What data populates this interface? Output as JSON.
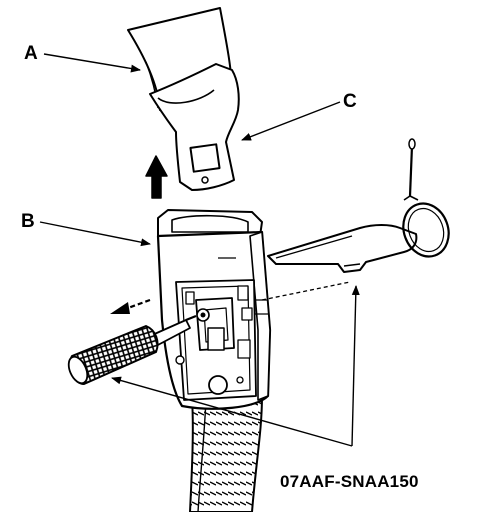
{
  "labels": {
    "a": "A",
    "b": "B",
    "c": "C"
  },
  "tool_number": "07AAF-SNAA150",
  "colors": {
    "ink": "#000000",
    "paper": "#ffffff",
    "shade": "#c8c8c8"
  }
}
